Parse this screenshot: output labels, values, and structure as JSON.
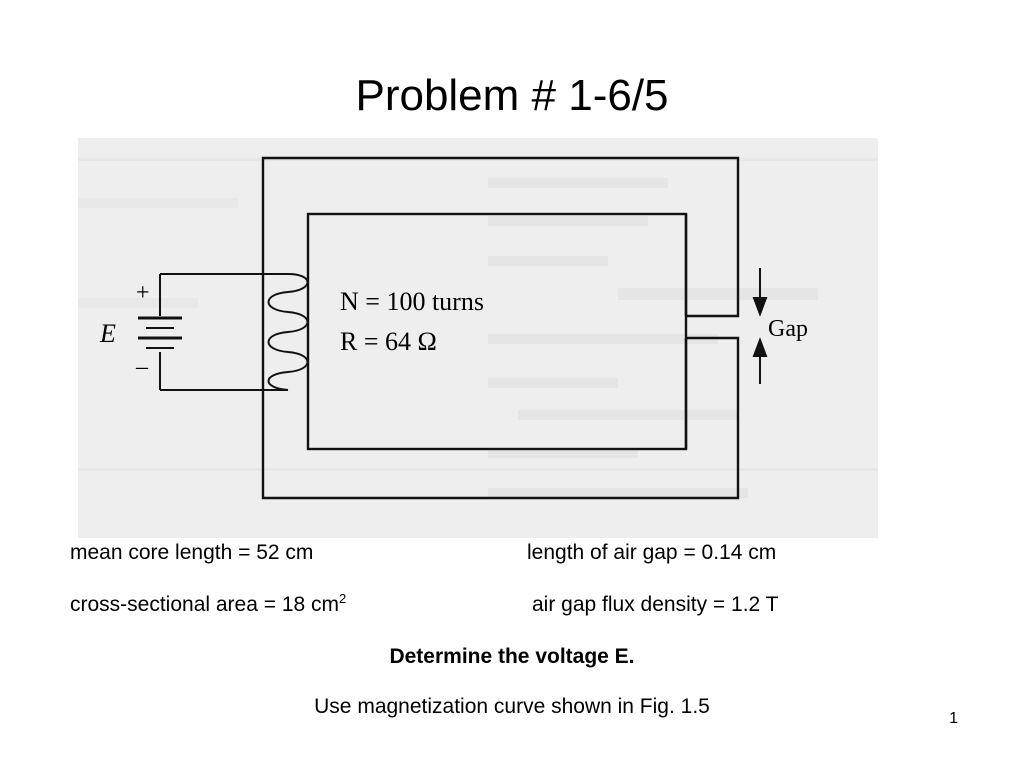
{
  "slide": {
    "title": "Problem # 1-6/5",
    "page_number": "1"
  },
  "diagram": {
    "plus_sign": "+",
    "minus_sign": "–",
    "source_label": "E",
    "turns_label": "N = 100 turns",
    "resistance_label": "R = 64 Ω",
    "gap_label": "Gap"
  },
  "given": {
    "core_length": "mean core length = 52 cm",
    "air_gap_length": "length of air gap = 0.14 cm",
    "cross_section_text": "cross-sectional area = 18 cm",
    "cross_section_exp": "2",
    "flux_density": "air gap flux density = 1.2 T"
  },
  "task": {
    "prompt": "Determine the voltage E.",
    "note": "Use magnetization curve shown in Fig. 1.5"
  }
}
